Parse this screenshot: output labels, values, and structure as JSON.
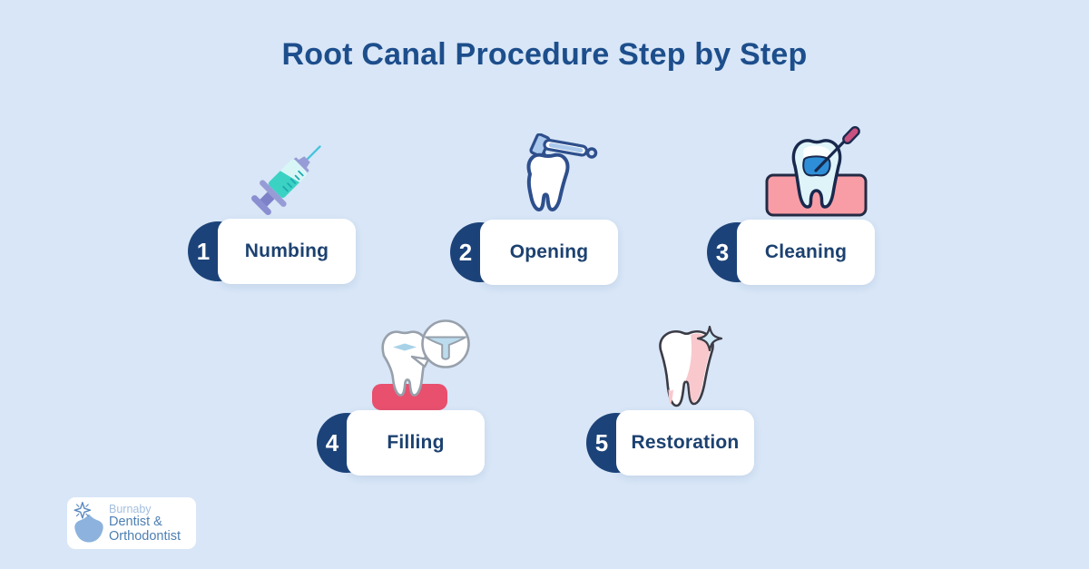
{
  "title": "Root Canal Procedure Step by Step",
  "steps": [
    {
      "number": "1",
      "label": "Numbing",
      "icon": "syringe-icon"
    },
    {
      "number": "2",
      "label": "Opening",
      "icon": "tooth-drill-icon"
    },
    {
      "number": "3",
      "label": "Cleaning",
      "icon": "tooth-cleaning-file-icon"
    },
    {
      "number": "4",
      "label": "Filling",
      "icon": "tooth-filling-magnifier-icon"
    },
    {
      "number": "5",
      "label": "Restoration",
      "icon": "tooth-sparkle-icon"
    }
  ],
  "logo": {
    "line1": "Burnaby",
    "line2": "Dentist &",
    "line3": "Orthodontist"
  },
  "colors": {
    "background": "#d8e6f7",
    "navy": "#1c4379",
    "title_text": "#1d4e8c",
    "label_text": "#1c4170",
    "card": "#ffffff",
    "logo_blue": "#4d7fb2",
    "logo_light_blue": "#a2bfdf",
    "gum_pink": "#f89da6",
    "gum_red": "#e8506e",
    "liquid_teal": "#3bd2c4",
    "pulp_blue": "#2e8ed8",
    "sparkle_blue": "#cfe9f7"
  }
}
